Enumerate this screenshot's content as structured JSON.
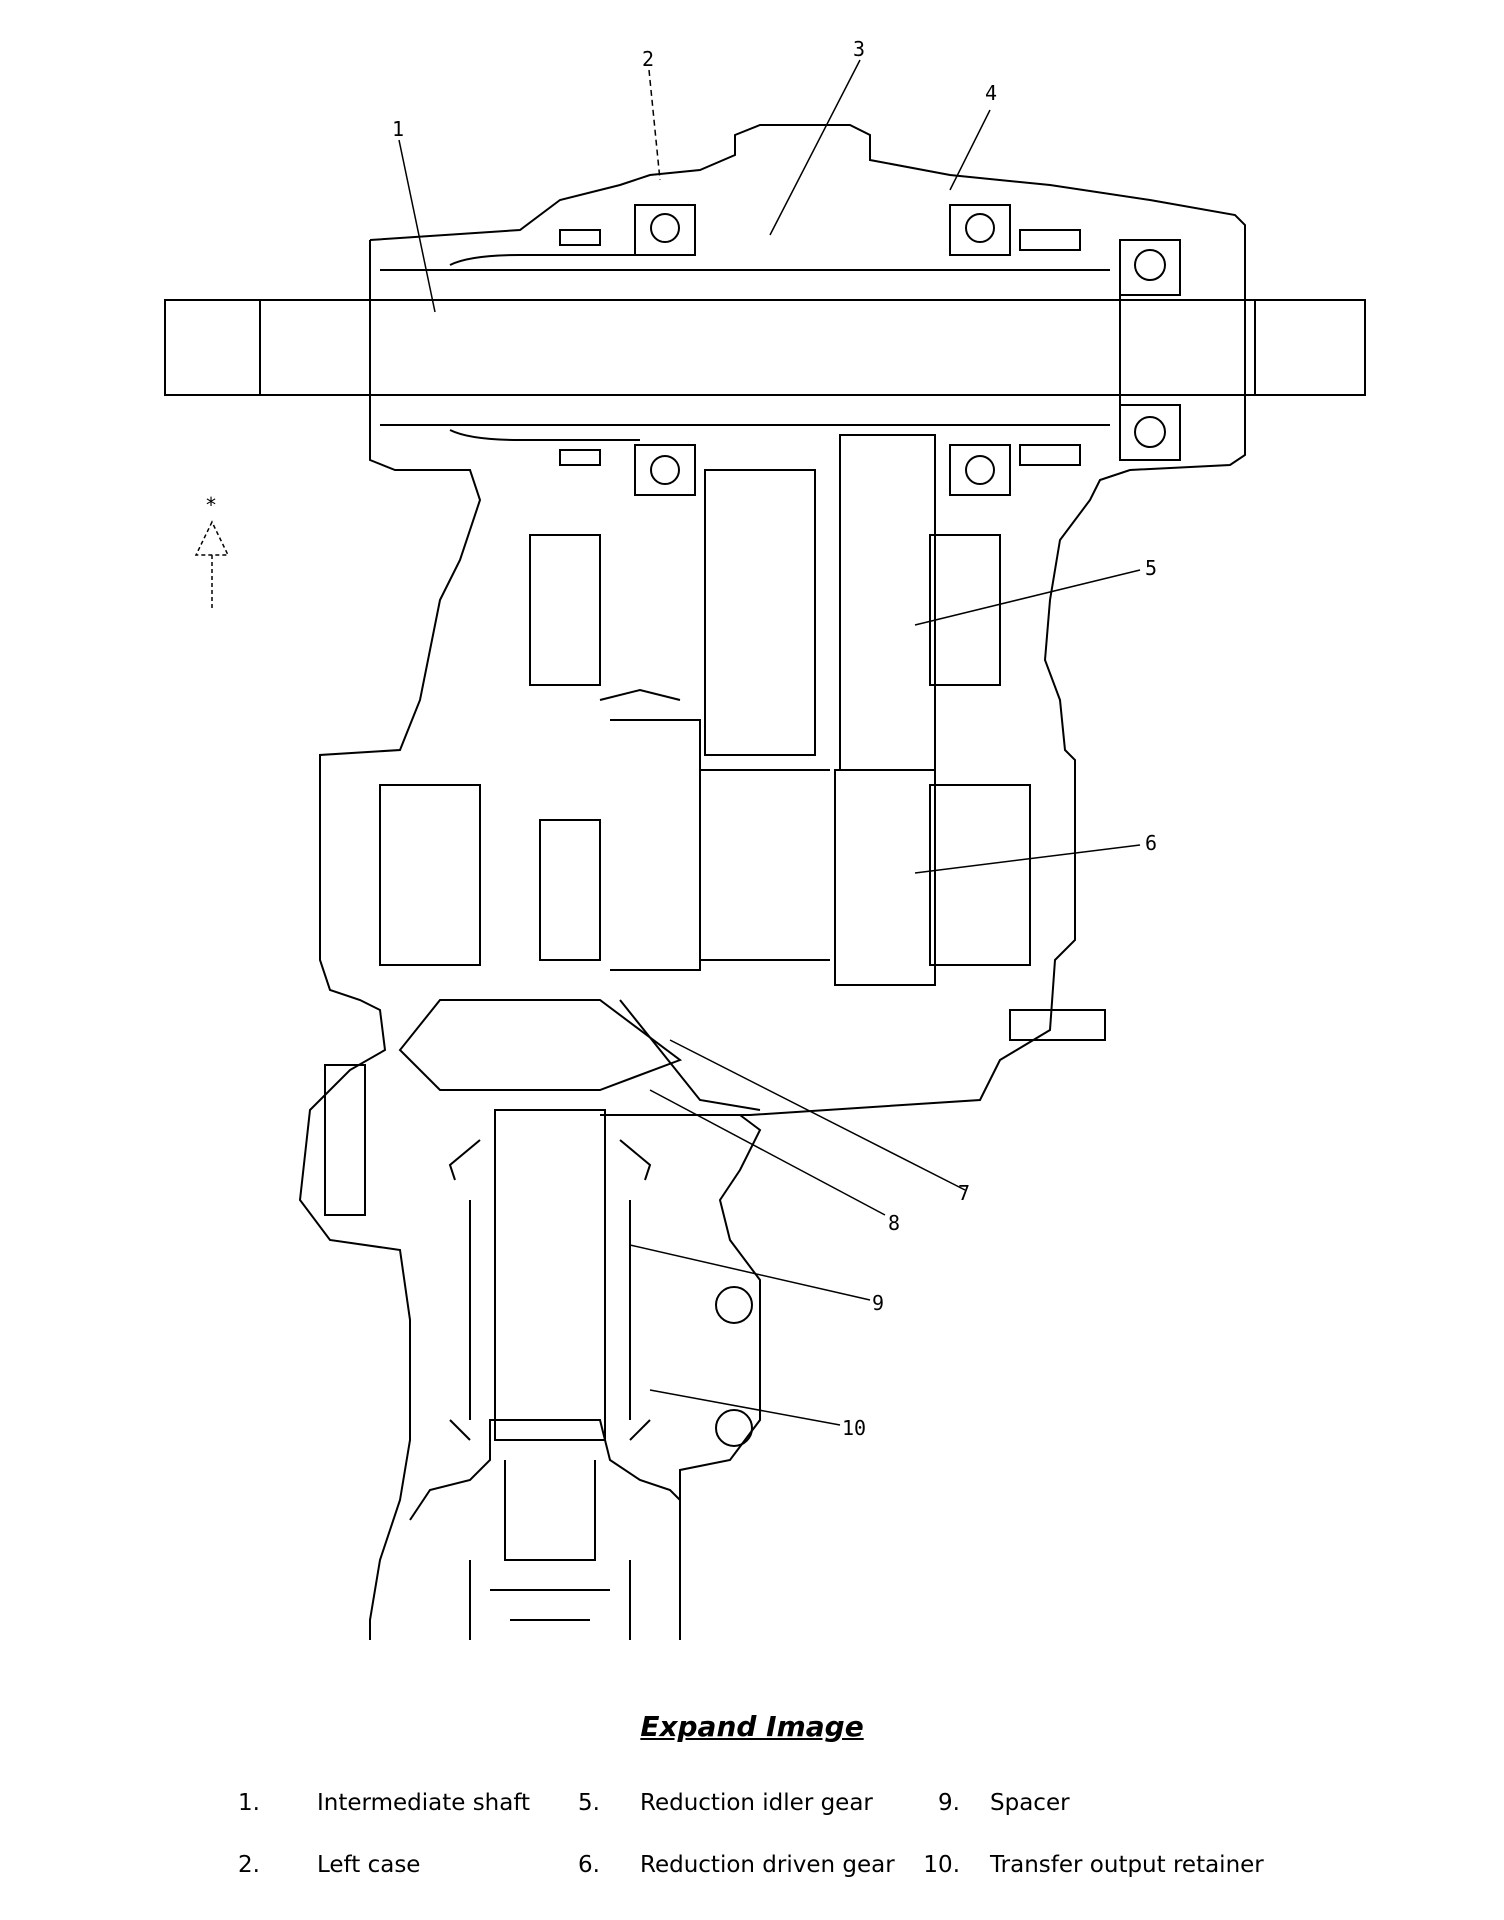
{
  "diagram": {
    "callouts": [
      "1",
      "2",
      "3",
      "4",
      "5",
      "6",
      "7",
      "8",
      "9",
      "10"
    ],
    "direction_marker": "*"
  },
  "expand_link": "Expand Image",
  "legend": [
    {
      "num": "1.",
      "label": "Intermediate shaft"
    },
    {
      "num": "2.",
      "label": "Left case"
    },
    {
      "num": "5.",
      "label": "Reduction idler gear"
    },
    {
      "num": "6.",
      "label": "Reduction driven gear"
    },
    {
      "num": "9.",
      "label": "Spacer"
    },
    {
      "num": "10.",
      "label": "Transfer output retainer"
    }
  ]
}
